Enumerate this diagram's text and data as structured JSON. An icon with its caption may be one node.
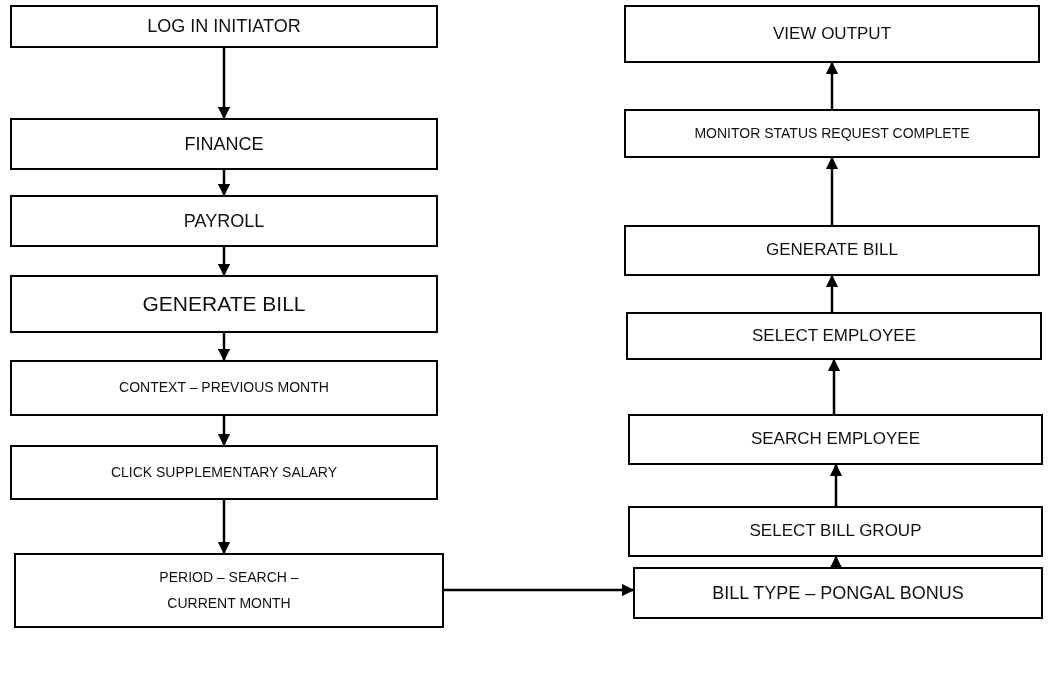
{
  "diagram": {
    "nodes": [
      {
        "text": [
          "LOG IN INITIATOR"
        ]
      },
      {
        "text": [
          "FINANCE"
        ]
      },
      {
        "text": [
          "PAYROLL"
        ]
      },
      {
        "text": [
          "GENERATE BILL"
        ]
      },
      {
        "text": [
          "CONTEXT – PREVIOUS MONTH"
        ]
      },
      {
        "text": [
          "CLICK SUPPLEMENTARY SALARY"
        ]
      },
      {
        "text": [
          "PERIOD – SEARCH – CURRENT MONTH"
        ]
      },
      {
        "text": [
          "BILL TYPE – PONGAL BONUS"
        ]
      },
      {
        "text": [
          "SELECT BILL GROUP"
        ]
      },
      {
        "text": [
          "SEARCH EMPLOYEE"
        ]
      },
      {
        "text": [
          "SELECT EMPLOYEE"
        ]
      },
      {
        "text": [
          "GENERATE BILL"
        ]
      },
      {
        "text": [
          "MONITOR STATUS REQUEST COMPLETE"
        ]
      },
      {
        "text": [
          "VIEW OUTPUT"
        ]
      }
    ],
    "edges": [
      {
        "from": 0,
        "to": 1,
        "arrow": "to"
      },
      {
        "from": 1,
        "to": 2,
        "arrow": "to"
      },
      {
        "from": 2,
        "to": 3,
        "arrow": "to"
      },
      {
        "from": 3,
        "to": 4,
        "arrow": "to"
      },
      {
        "from": 4,
        "to": 5,
        "arrow": "to"
      },
      {
        "from": 5,
        "to": 6,
        "arrow": "to"
      },
      {
        "from": 6,
        "to": 7,
        "arrow": "to"
      },
      {
        "from": 7,
        "to": 8,
        "arrow": "to"
      },
      {
        "from": 8,
        "to": 9,
        "arrow": "to"
      },
      {
        "from": 9,
        "to": 10,
        "arrow": "to"
      },
      {
        "from": 10,
        "to": 11,
        "arrow": "to"
      },
      {
        "from": 11,
        "to": 12,
        "arrow": "to"
      },
      {
        "from": 12,
        "to": 13,
        "arrow": "to"
      }
    ]
  }
}
